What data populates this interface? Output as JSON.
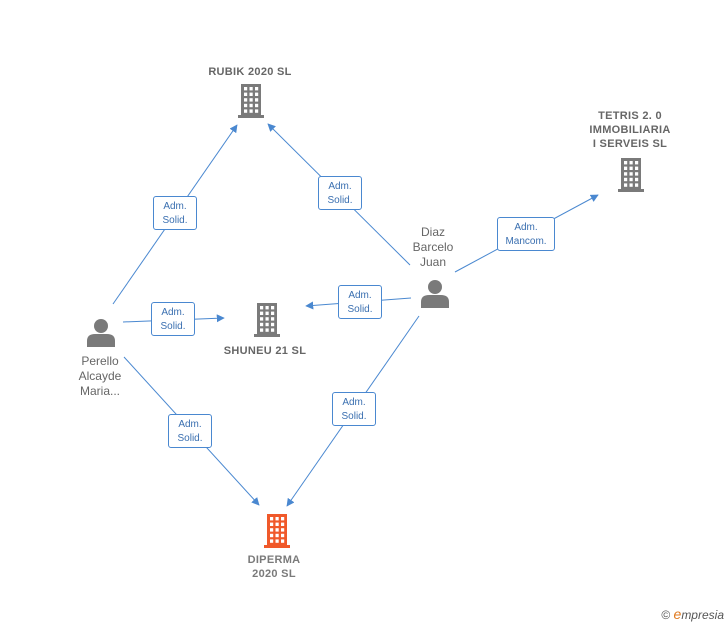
{
  "colors": {
    "edge": "#4a88d0",
    "building": "#7a7a7a",
    "building_focus": "#f0592a",
    "person": "#7a7a7a",
    "text": "#666666"
  },
  "companies": [
    {
      "id": "rubik",
      "name": "RUBIK 2020  SL",
      "focus": false
    },
    {
      "id": "tetris",
      "name": "TETRIS 2. 0\nIMMOBILIARIA\nI SERVEIS  SL",
      "focus": false
    },
    {
      "id": "shuneu",
      "name": "SHUNEU 21  SL",
      "focus": false
    },
    {
      "id": "diperma",
      "name": "DIPERMA\n2020  SL",
      "focus": true
    }
  ],
  "people": [
    {
      "id": "diaz",
      "name": "Diaz\nBarcelo\nJuan"
    },
    {
      "id": "perello",
      "name": "Perello\nAlcayde\nMaria..."
    }
  ],
  "edges": [
    {
      "from": "perello",
      "to": "rubik",
      "label1": "Adm.",
      "label2": "Solid."
    },
    {
      "from": "perello",
      "to": "shuneu",
      "label1": "Adm.",
      "label2": "Solid."
    },
    {
      "from": "perello",
      "to": "diperma",
      "label1": "Adm.",
      "label2": "Solid."
    },
    {
      "from": "diaz",
      "to": "rubik",
      "label1": "Adm.",
      "label2": "Solid."
    },
    {
      "from": "diaz",
      "to": "tetris",
      "label1": "Adm.",
      "label2": "Mancom."
    },
    {
      "from": "diaz",
      "to": "shuneu",
      "label1": "Adm.",
      "label2": "Solid."
    },
    {
      "from": "diaz",
      "to": "diperma",
      "label1": "Adm.",
      "label2": "Solid."
    }
  ],
  "watermark": {
    "symbol": "©",
    "brand_initial": "e",
    "brand_rest": "mpresia"
  }
}
